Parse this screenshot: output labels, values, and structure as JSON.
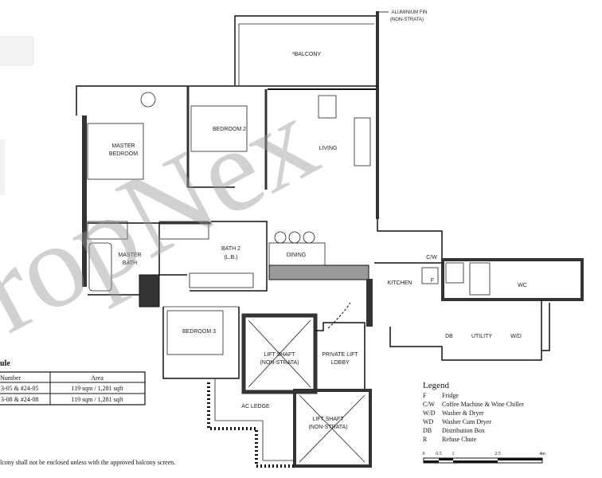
{
  "rooms": {
    "balcony": "*BALCONY",
    "master_bedroom_1": "MASTER",
    "master_bedroom_2": "BEDROOM",
    "bedroom2": "BEDROOM 2",
    "living": "LIVING",
    "master_bath_1": "MASTER",
    "master_bath_2": "BATH",
    "bath2": "BATH 2",
    "bath2_sub": "(L.B.)",
    "dining": "DINING",
    "kitchen": "KITCHEN",
    "cw": "C/W",
    "f": "F",
    "wc": "WC",
    "db": "DB",
    "utility": "UTILITY",
    "wd": "W/D",
    "bedroom3": "BEDROOM 3",
    "lift_shaft_1a": "LIFT SHAFT",
    "lift_shaft_1b": "(NON-STRATA)",
    "private_lift_1": "PRIVATE LIFT",
    "private_lift_2": "LOBBY",
    "ac_ledge": "AC LEDGE",
    "lift_shaft_2a": "LIFT SHAFT",
    "lift_shaft_2b": "(NON-STRATA)"
  },
  "fin_label": {
    "line1": "ALUMINIUM FIN",
    "line2": "(NON-STRATA)"
  },
  "schedule": {
    "title": "ule",
    "headers": [
      "Number",
      "Area"
    ],
    "rows": [
      [
        "3-05 & #24-05",
        "119 sqm / 1,281 sqft"
      ],
      [
        "3-08 & #24-08",
        "119 sqm / 1,281 sqft"
      ]
    ]
  },
  "note": "lcony shall not be enclosed unless with the approved balcony screen.",
  "legend": {
    "title": "Legend",
    "items": [
      {
        "code": "F",
        "label": "Fridge"
      },
      {
        "code": "C/W",
        "label": "Coffee Machine & Wine Chiller"
      },
      {
        "code": "W/D",
        "label": "Washer & Dryer"
      },
      {
        "code": "WD",
        "label": "Washer Cum Dryer"
      },
      {
        "code": "DB",
        "label": "Distribution Box"
      },
      {
        "code": "R",
        "label": "Refuse Chute"
      }
    ]
  },
  "scale": {
    "ticks": [
      "0",
      "0.5",
      "1",
      "2.5",
      "4m"
    ]
  },
  "watermark": "ropNex"
}
